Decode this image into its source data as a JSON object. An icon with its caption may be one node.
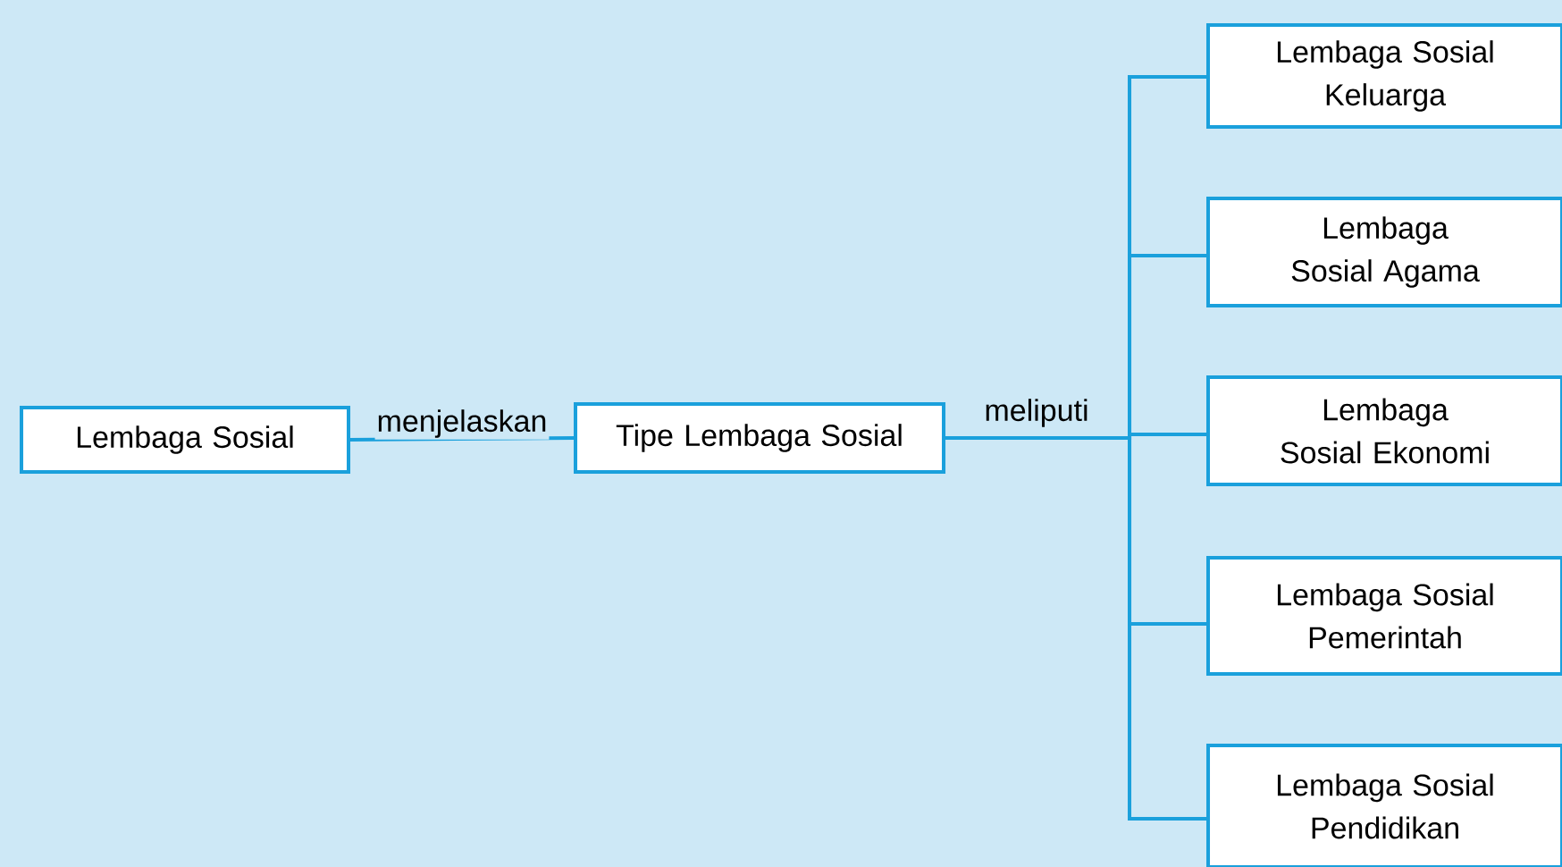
{
  "diagram": {
    "nodes": [
      {
        "text": [
          "Lembaga Sosial"
        ]
      },
      {
        "text": [
          "Tipe Lembaga Sosial"
        ]
      },
      {
        "text": [
          "Lembaga Sosial Keluarga"
        ]
      },
      {
        "text": [
          "Lembaga Sosial Agama"
        ]
      },
      {
        "text": [
          "Lembaga Sosial Ekonomi"
        ]
      },
      {
        "text": [
          "Lembaga Sosial Pemerintah"
        ]
      },
      {
        "text": [
          "Lembaga Sosial Pendidikan"
        ]
      }
    ],
    "edges": [
      {
        "from": 0,
        "to": 1,
        "arrow": "none",
        "label": "menjelaskan"
      },
      {
        "from": 1,
        "to": 2,
        "arrow": "none",
        "label": "meliputi"
      },
      {
        "from": 1,
        "to": 3,
        "arrow": "none"
      },
      {
        "from": 1,
        "to": 4,
        "arrow": "none"
      },
      {
        "from": 1,
        "to": 5,
        "arrow": "none"
      },
      {
        "from": 1,
        "to": 6,
        "arrow": "none"
      }
    ]
  }
}
